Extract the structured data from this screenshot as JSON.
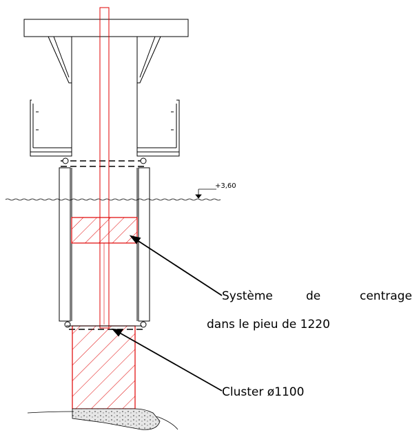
{
  "diagram": {
    "level_marker": "+3,60",
    "label_centering_line1_words": [
      "Système",
      "de",
      "centrage"
    ],
    "label_centering_line2": "dans le pieu de 1220",
    "label_cluster": "Cluster ø1100"
  },
  "colors": {
    "line": "#000000",
    "highlight": "#e00000",
    "fill_white": "#ffffff",
    "ground_fill": "#d9d9d9"
  }
}
